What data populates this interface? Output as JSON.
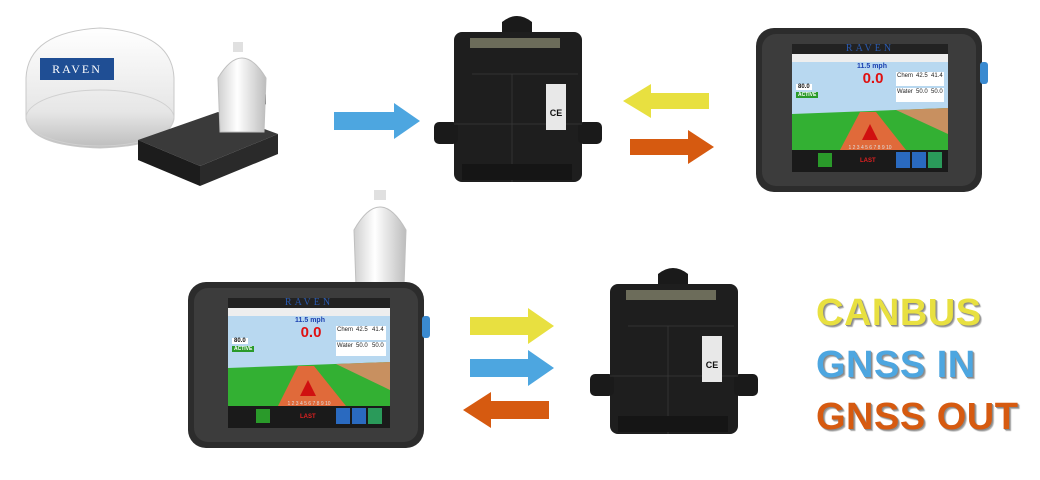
{
  "legend": {
    "canbus": {
      "label": "CANBUS",
      "color": "#e8e040"
    },
    "gnss_in": {
      "label": "GNSS IN",
      "color": "#4da6e0"
    },
    "gnss_out": {
      "label": "GNSS OUT",
      "color": "#d65a10"
    }
  },
  "antenna": {
    "brand": "RAVEN"
  },
  "display": {
    "brand": "RAVEN",
    "speed": "11.5 mph",
    "main_value": "0.0",
    "chem_label": "Chem",
    "chem_values": [
      "42.5",
      "41.4"
    ],
    "water_label": "Water",
    "water_values": [
      "50.0",
      "50.0"
    ],
    "left_value": "80.0",
    "left_tag": "ACTIVE",
    "bottom_label": "LAST",
    "section_numbers": "1 2 3 4 5 6 7 8 9 10"
  },
  "module": {
    "mark": "CE"
  }
}
